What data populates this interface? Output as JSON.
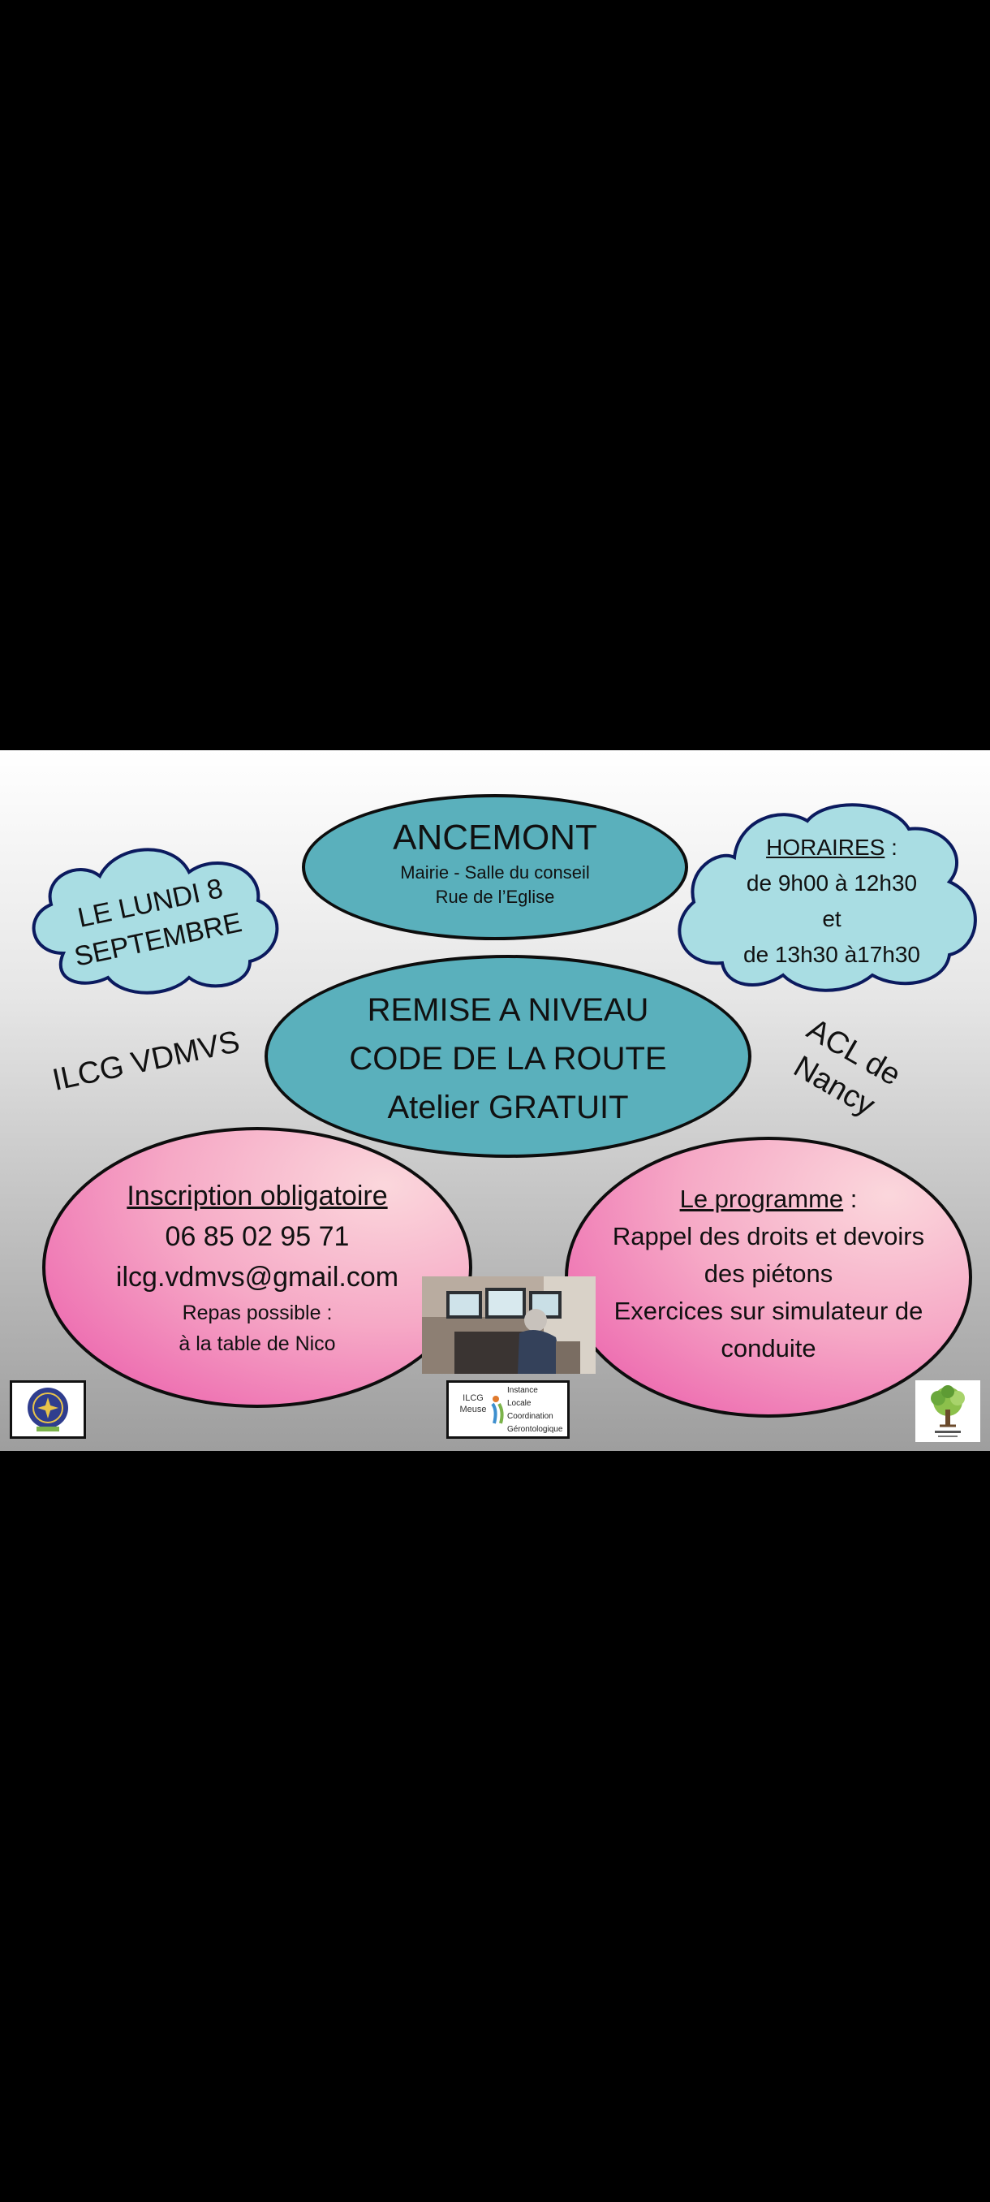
{
  "poster": {
    "date_cloud": {
      "line1": "LE LUNDI 8",
      "line2": "SEPTEMBRE"
    },
    "location": {
      "town": "ANCEMONT",
      "place": "Mairie - Salle du conseil",
      "street": "Rue de l’Eglise"
    },
    "hours": {
      "title": "HORAIRES",
      "colon": " :",
      "morning": "de 9h00 à 12h30",
      "joiner": "et",
      "afternoon": "de 13h30 à17h30"
    },
    "main": {
      "line1": "REMISE A NIVEAU",
      "line2": "CODE DE LA ROUTE",
      "line3": "Atelier GRATUIT"
    },
    "left_org": "ILCG VDMVS",
    "right_org": {
      "line1": "ACL de",
      "line2": "Nancy"
    },
    "registration": {
      "title": "Inscription obligatoire",
      "phone": "06 85 02 95 71",
      "email": "ilcg.vdmvs@gmail.com",
      "meal_line1": "Repas possible :",
      "meal_line2": "à la table de Nico"
    },
    "program": {
      "title": "Le programme",
      "colon": " :",
      "line1": "Rappel des droits et devoirs",
      "line2": "des piétons",
      "line3": "Exercices sur simulateur de",
      "line4": "conduite"
    },
    "center_logo": {
      "left_text1": "ILCG",
      "left_text2": "Meuse",
      "words": [
        "Instance",
        "Locale",
        "Coordination",
        "Gérontologique"
      ]
    },
    "colors": {
      "teal": "#5ab0bc",
      "light_cloud": "#a9dde3",
      "cloud_border": "#0b1a5e",
      "pink_light": "#fbd7dc",
      "pink_dark": "#ea55a8"
    }
  }
}
